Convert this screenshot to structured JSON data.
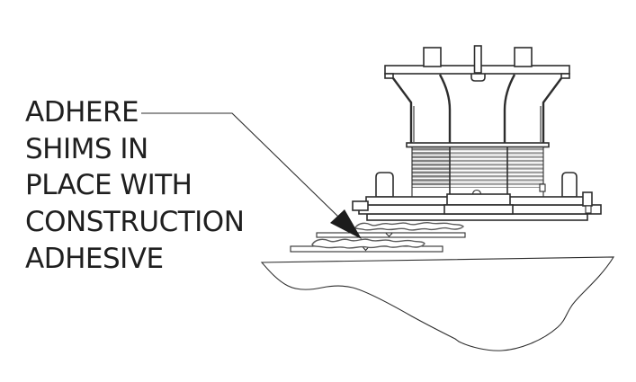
{
  "callout": {
    "lines": [
      "ADHERE",
      "SHIMS IN",
      "PLACE WITH",
      "CONSTRUCTION",
      "ADHESIVE"
    ],
    "full_text": "ADHERE SHIMS IN PLACE WITH CONSTRUCTION ADHESIVE"
  },
  "colors": {
    "background": "#ffffff",
    "text": "#1f1f1f",
    "line": "#2d2d2d",
    "thread_gray": "#9b9b9b",
    "thread_gray_dark": "#808080",
    "adhesive_outline": "#5a5a5a",
    "arrow_fill": "#1c1c1c"
  },
  "diagram": {
    "subject": "adjustable-deck-pedestal-on-shims",
    "parts": [
      "pedestal-top-cap",
      "threaded-column",
      "support-posts",
      "base-plate-assembly",
      "adhesive-beads",
      "shims",
      "substrate-surface"
    ]
  }
}
